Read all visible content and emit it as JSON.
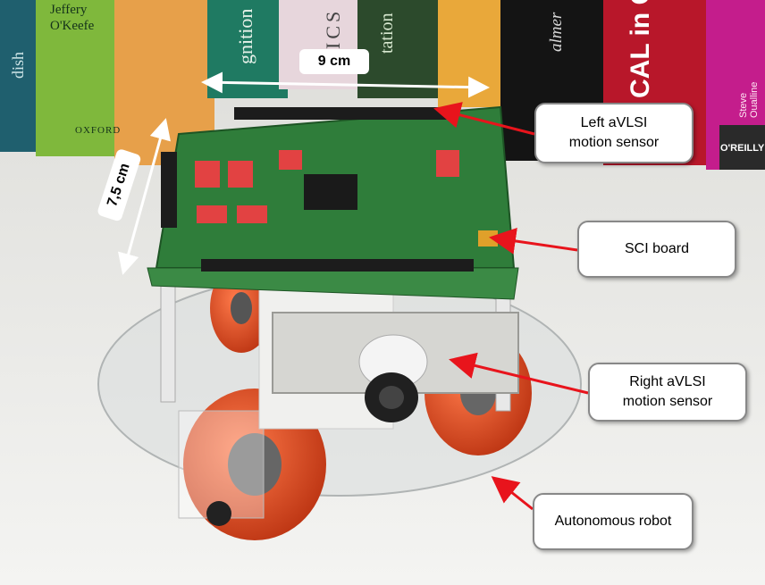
{
  "books": {
    "author": "Jeffery\nO'Keefe",
    "publisher_oxford": "OXFORD",
    "spine_2": "gnition",
    "spine_3": "ICS",
    "spine_4": "tation",
    "spine_5": "almer",
    "spine_6": "CAL in C",
    "spine_7": "Steve Oualline",
    "publisher_oreilly": "O'REILLY",
    "spine_1": "dish"
  },
  "dimensions": {
    "width_label": "9 cm",
    "height_label": "7,5 cm"
  },
  "callouts": {
    "left_sensor": "Left aVLSI\nmotion sensor",
    "sci_board": "SCI board",
    "right_sensor": "Right aVLSI\nmotion sensor",
    "robot": "Autonomous robot"
  },
  "colors": {
    "arrow": "#e8141c",
    "pcb": "#2f7d3a",
    "wheel": "#e0461f",
    "acrylic": "#d8dcdc"
  }
}
